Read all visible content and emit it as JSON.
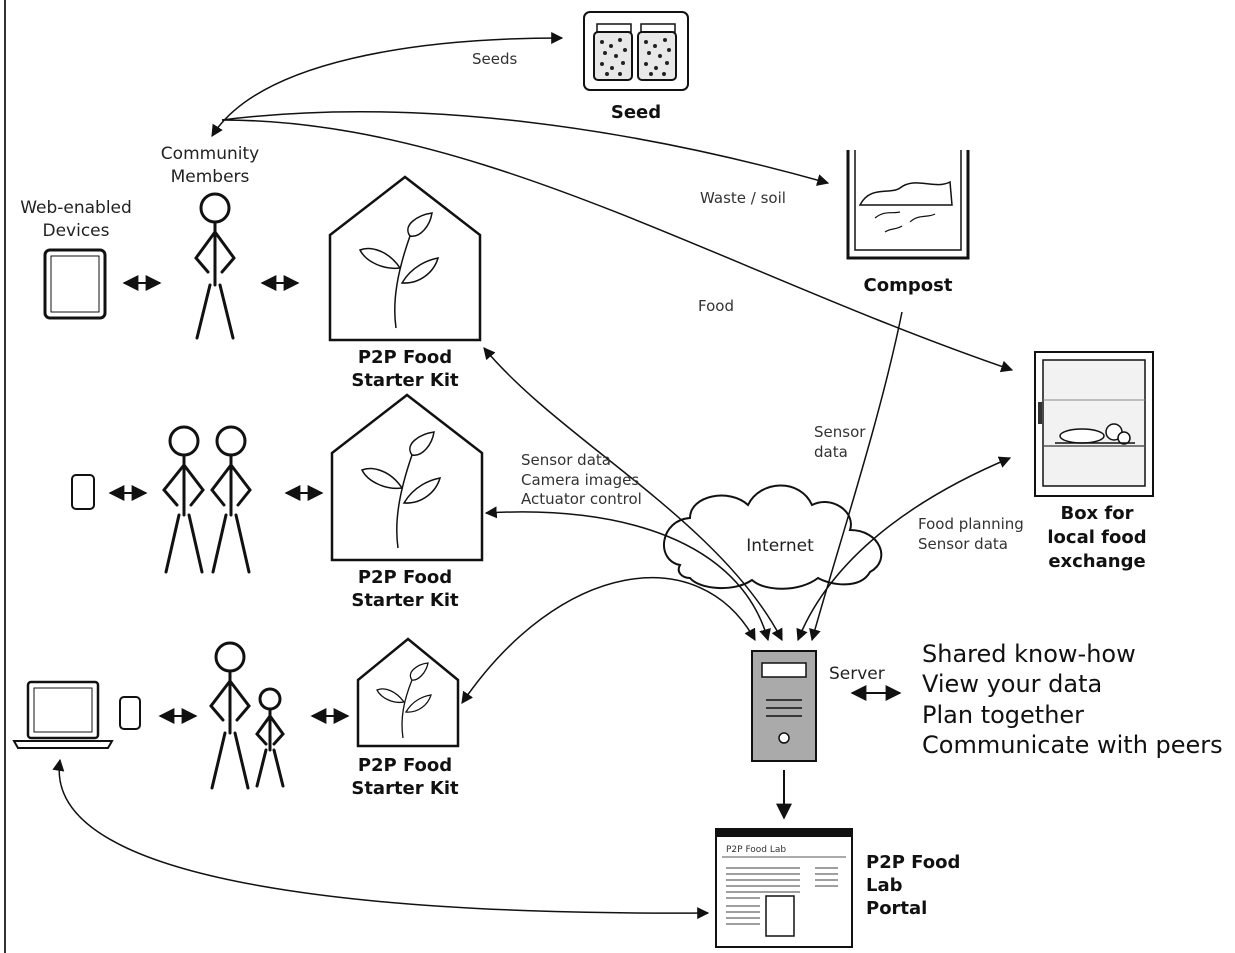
{
  "labels": {
    "seeds_flow": "Seeds",
    "seed": "Seed",
    "community_1": "Community",
    "community_2": "Members",
    "waste_soil": "Waste / soil",
    "compost": "Compost",
    "web_1": "Web-enabled",
    "web_2": "Devices",
    "food": "Food",
    "kit_line1": "P2P Food",
    "kit_line2": "Starter Kit",
    "sensor_line1": "Sensor data",
    "sensor_line2": "Camera images",
    "sensor_line3": "Actuator control",
    "sensor_comp_1": "Sensor",
    "sensor_comp_2": "data",
    "box_1": "Box for",
    "box_2": "local food",
    "box_3": "exchange",
    "internet": "Internet",
    "food_plan_1": "Food planning",
    "food_plan_2": "Sensor data",
    "server": "Server",
    "portal_title": "P2P Food Lab",
    "portal_1": "P2P Food",
    "portal_2": "Lab",
    "portal_3": "Portal"
  },
  "features": [
    "Shared know-how",
    "View your data",
    "Plan together",
    "Communicate with peers"
  ]
}
